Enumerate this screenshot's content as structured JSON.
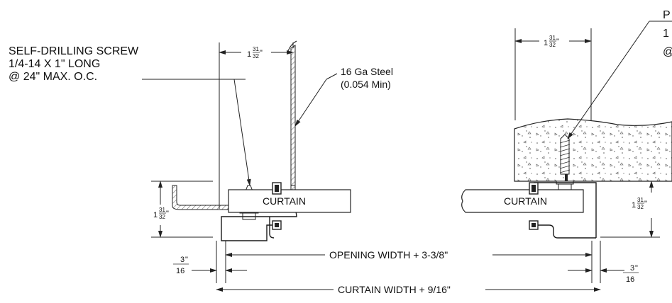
{
  "screw_callout": {
    "line1": "SELF-DRILLING SCREW",
    "line2": "1/4-14 X 1\" LONG",
    "line3": "@ 24\" MAX.  O.C."
  },
  "steel_callout": {
    "line1": "16 Ga Steel",
    "line2": "(0.054 Min)"
  },
  "right_callout_partial": {
    "line1": "P",
    "line2": "1",
    "line3": "@"
  },
  "curtain_label": "CURTAIN",
  "dims": {
    "frac_whole": "1",
    "frac_num": "31",
    "frac_den": "32",
    "inch": "\"",
    "edge_num": "3",
    "edge_den": "16"
  },
  "opening_width": "OPENING WIDTH + 3-3/8\"",
  "curtain_width": "CURTAIN WIDTH + 9/16\""
}
